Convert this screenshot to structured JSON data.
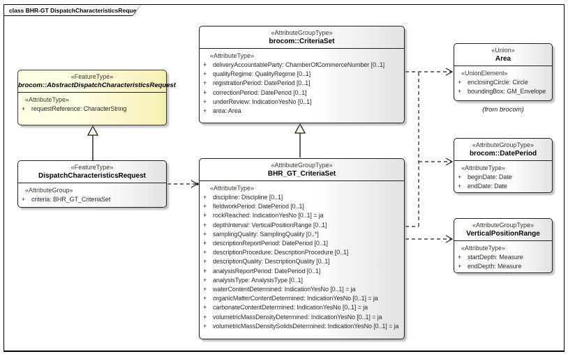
{
  "diagram": {
    "tab_title": "class BHR-GT DispatchCharacteristicsRequest",
    "visibility_symbol": "+"
  },
  "colors": {
    "abstract_class_fill": "#fffde4",
    "class_fill": "#ffffff",
    "class_gradient_end": "#e3e3e3",
    "border": "#1f1f1f"
  },
  "classes": {
    "abstract_request": {
      "stereotype": "«FeatureType»",
      "name": "brocom::AbstractDispatchCharacteristicsRequest",
      "body_stereotype": "«AttributeType»",
      "attributes": [
        "requestReference: CharacterString"
      ]
    },
    "dispatch_request": {
      "stereotype": "«FeatureType»",
      "name": "DispatchCharacteristicsRequest",
      "body_stereotype": "«AttributeGroup»",
      "attributes": [
        "criteria: BHR_GT_CriteriaSet"
      ]
    },
    "criteria_set": {
      "stereotype": "«AttributeGroupType»",
      "name": "brocom::CriteriaSet",
      "body_stereotype": "«AttributeType»",
      "attributes": [
        "deliveryAccountableParty: ChamberOfCommerceNumber [0..1]",
        "qualityRegime: QualityRegime [0..1]",
        "registrationPeriod: DatePeriod [0..1]",
        "correctionPeriod: DatePeriod [0..1]",
        "underReview: IndicationYesNo [0..1]",
        "area: Area"
      ]
    },
    "bhr_gt_criteria_set": {
      "stereotype": "«AttributeGroupType»",
      "name": "BHR_GT_CriteriaSet",
      "body_stereotype": "«AttributeType»",
      "attributes": [
        "discipline: Discipline [0..1]",
        "fieldworkPeriod: DatePeriod [0..1]",
        "rockReached: IndicationYesNo [0..1] = ja",
        "depthInterval: VerticalPositionRange [0..1]",
        "samplingQuality: SamplingQuality [0..*]",
        "descriptionReportPeriod: DatePeriod [0..1]",
        "descriptionProcedure: DescriptionProcedure [0..1]",
        "descriptionQuality: DescriptionQuality [0..1]",
        "analysisReportPeriod: DatePeriod [0..1]",
        "analysisType: AnalysisType [0..1]",
        "waterContentDetermined: IndicationYesNo [0..1] = ja",
        "organicMatterContentDetermined: IndicationYesNo [0..1] = ja",
        "carbonateContentDetermined: IndicationYesNo [0..1] = ja",
        "volumetricMassDensityDetermined: IndicationYesNo [0..1] = ja",
        "volumetricMassDensitySolidsDetermined: IndicationYesNo [0..1] = ja"
      ]
    },
    "area": {
      "stereotype": "«Union»",
      "name": "Area",
      "body_stereotype": "«UnionElement»",
      "attributes": [
        "enclosingCircle: Circle",
        "boundingBox: GM_Envelope"
      ],
      "note": "(from brocom)"
    },
    "date_period": {
      "stereotype": "«AttributeGroupType»",
      "name": "brocom::DatePeriod",
      "body_stereotype": "«AttributeType»",
      "attributes": [
        "beginDate: Date",
        "endDate: Date"
      ]
    },
    "vertical_position_range": {
      "stereotype": "«AttributeGroupType»",
      "name": "VerticalPositionRange",
      "body_stereotype": "«AttributeType»",
      "attributes": [
        "startDepth: Measure",
        "endDepth: Measure"
      ]
    }
  }
}
